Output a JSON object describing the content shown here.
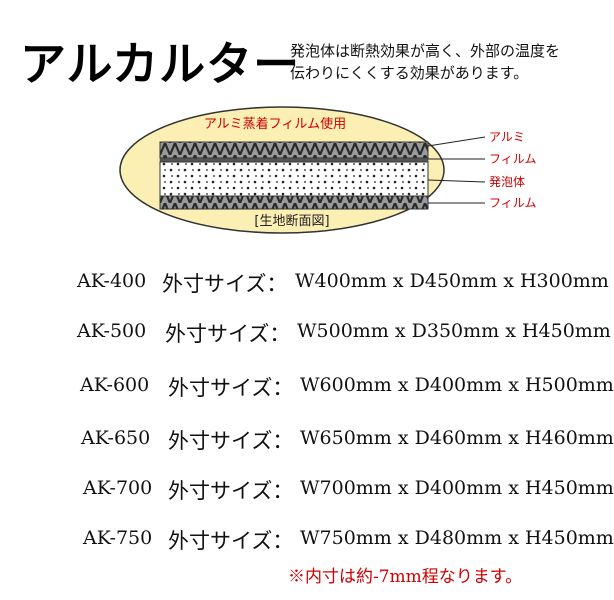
{
  "header": {
    "title": "アルカルター",
    "description_lines": [
      "発泡体は断熱効果が高く、外部の温度を",
      "伝わりにくくする効果があります。"
    ]
  },
  "diagram": {
    "top_label": "アルミ蒸着フィルム使用",
    "bottom_label": "[生地断面図]",
    "layers": [
      "アルミ",
      "フィルム",
      "発泡体",
      "フィルム"
    ],
    "colors": {
      "oval_fill": "#fcefb4",
      "oval_stroke": "#333333",
      "label_red": "#d00000"
    }
  },
  "specs": [
    {
      "model": "AK-400",
      "label": "外寸サイズ：",
      "dims": "W400mm x D450mm x H300mm"
    },
    {
      "model": "AK-500",
      "label": "外寸サイズ：",
      "dims": "W500mm x D350mm x H450mm"
    },
    {
      "model": "AK-600",
      "label": "外寸サイズ：",
      "dims": "W600mm x D400mm x H500mm"
    },
    {
      "model": "AK-650",
      "label": "外寸サイズ：",
      "dims": "W650mm x D460mm x H460mm"
    },
    {
      "model": "AK-700",
      "label": "外寸サイズ：",
      "dims": "W700mm x D400mm x H450mm"
    },
    {
      "model": "AK-750",
      "label": "外寸サイズ：",
      "dims": "W750mm x D480mm x H450mm"
    }
  ],
  "note": "※内寸は約-7mm程なります。"
}
